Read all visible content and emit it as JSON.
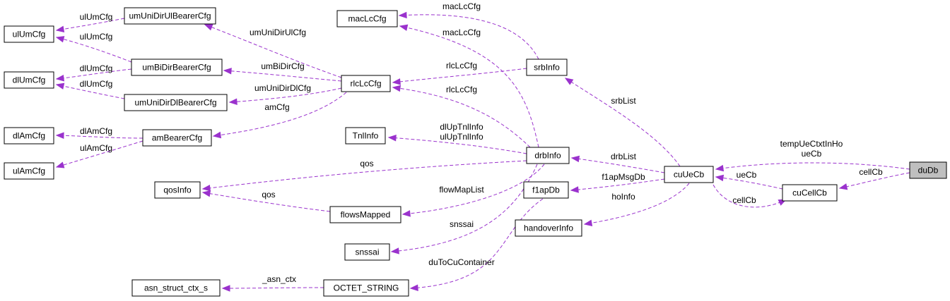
{
  "nodes": {
    "ulUmCfg": "ulUmCfg",
    "dlUmCfg": "dlUmCfg",
    "dlAmCfg": "dlAmCfg",
    "ulAmCfg": "ulAmCfg",
    "qosInfo": "qosInfo",
    "asnStructCtx": "asn_struct_ctx_s",
    "umUniDirUlBearerCfg": "umUniDirUlBearerCfg",
    "umBiDirBearerCfg": "umBiDirBearerCfg",
    "umUniDirDlBearerCfg": "umUniDirDlBearerCfg",
    "amBearerCfg": "amBearerCfg",
    "macLcCfg": "macLcCfg",
    "rlcLcCfg": "rlcLcCfg",
    "tnlInfo": "TnlInfo",
    "flowsMapped": "flowsMapped",
    "snssai": "snssai",
    "octetString": "OCTET_STRING",
    "srbInfo": "srbInfo",
    "drbInfo": "drbInfo",
    "f1apDb": "f1apDb",
    "handoverInfo": "handoverInfo",
    "cuUeCb": "cuUeCb",
    "cuCellCb": "cuCellCb",
    "duDb": "duDb"
  },
  "edge_labels": {
    "ulUmCfg_umUniDirUl": "ulUmCfg",
    "ulUmCfg_umBiDir": "ulUmCfg",
    "dlUmCfg_umBiDir": "dlUmCfg",
    "dlUmCfg_umUniDirDl": "dlUmCfg",
    "dlAmCfg_amBearer": "dlAmCfg",
    "ulAmCfg_amBearer": "ulAmCfg",
    "umUniDirUl_rlc": "umUniDirUlCfg",
    "umBiDir_rlc": "umBiDirCfg",
    "umUniDirDl_rlc": "umUniDirDlCfg",
    "amBearer_rlc": "amCfg",
    "macLc_srb": "macLcCfg",
    "macLc_drb": "macLcCfg",
    "rlcLc_srb": "rlcLcCfg",
    "rlcLc_drb": "rlcLcCfg",
    "tnl_drb": "dlUpTnlInfo\nulUpTnlInfo",
    "qos_drb": "qos",
    "qos_flows": "qos",
    "flows_drb": "flowMapList",
    "snssai_drb": "snssai",
    "asn_octet": "_asn_ctx",
    "octet_f1ap": "duToCuContainer",
    "srb_cuUe": "srbList",
    "drb_cuUe": "drbList",
    "f1ap_cuUe": "f1apMsgDb",
    "ho_cuUe": "hoInfo",
    "cuUe_duDb": "tempUeCtxtInHo\nueCb",
    "cuUe_cuCell": "ueCb",
    "cuCell_duDb": "cellCb",
    "cuCell_cuUe": "cellCb"
  },
  "colors": {
    "edge": "#9a32cd",
    "node_border": "#000000",
    "root_fill": "#bfbfbf",
    "node_fill": "#ffffff"
  }
}
